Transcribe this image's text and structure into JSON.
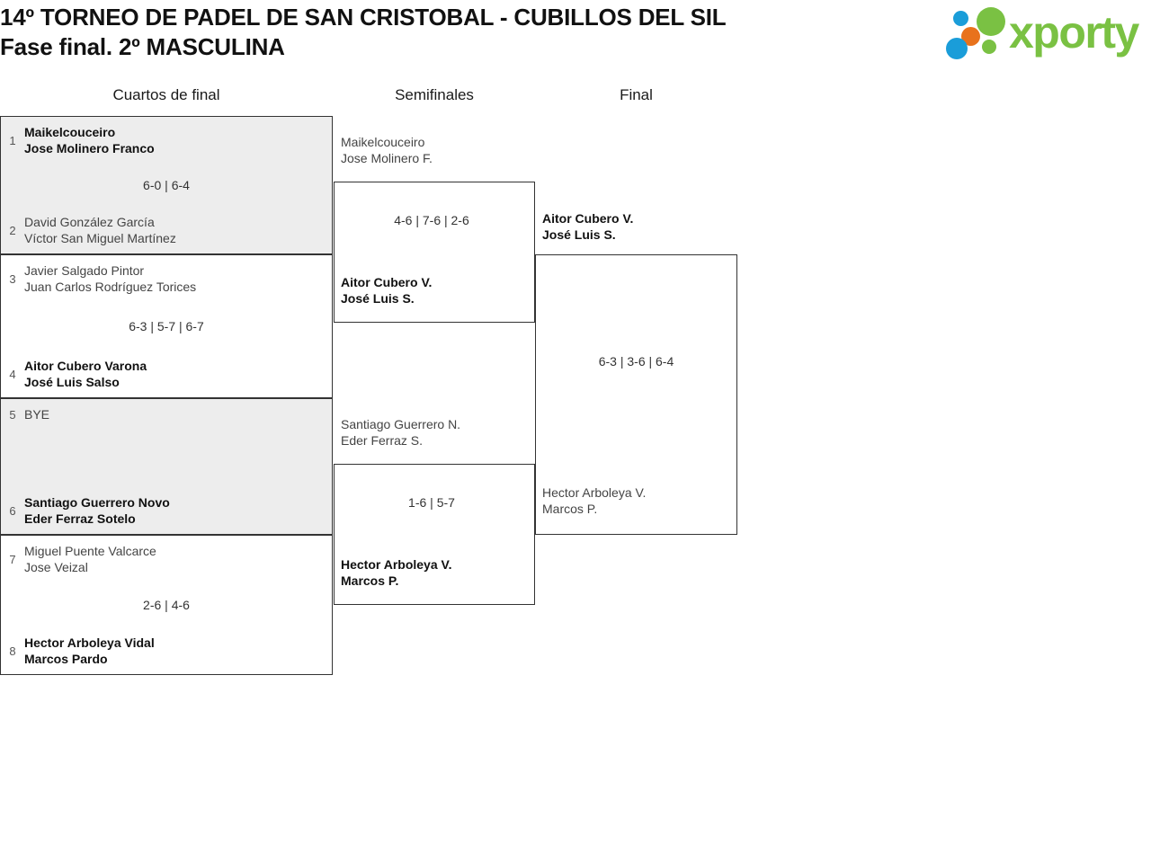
{
  "header": {
    "title_line_1": "14º TORNEO DE PADEL DE SAN CRISTOBAL - CUBILLOS DEL SIL",
    "title_line_2": "Fase final. 2º MASCULINA",
    "logo_text": "xporty",
    "logo_colors": {
      "green": "#7ac143",
      "blue": "#1a9dd9",
      "orange": "#e8721c"
    }
  },
  "rounds": [
    {
      "label": "Cuartos de final"
    },
    {
      "label": "Semifinales"
    },
    {
      "label": "Final"
    }
  ],
  "matches": {
    "round1": [
      {
        "score": "6-0 | 6-4",
        "top": {
          "seed": "1",
          "player1": "Maikelcouceiro",
          "player2": "Jose Molinero Franco",
          "winner": true
        },
        "bottom": {
          "seed": "2",
          "player1": "David González García",
          "player2": "Víctor San Miguel Martínez",
          "winner": false
        }
      },
      {
        "score": "6-3 | 5-7 | 6-7",
        "top": {
          "seed": "3",
          "player1": "Javier Salgado Pintor",
          "player2": "Juan Carlos Rodríguez Torices",
          "winner": false
        },
        "bottom": {
          "seed": "4",
          "player1": "Aitor Cubero Varona",
          "player2": "José Luis Salso",
          "winner": true
        }
      },
      {
        "score": "",
        "top": {
          "seed": "5",
          "player1": "BYE",
          "player2": "",
          "winner": false
        },
        "bottom": {
          "seed": "6",
          "player1": "Santiago Guerrero Novo",
          "player2": "Eder Ferraz Sotelo",
          "winner": true
        }
      },
      {
        "score": "2-6 | 4-6",
        "top": {
          "seed": "7",
          "player1": "Miguel Puente Valcarce",
          "player2": "Jose Veizal",
          "winner": false
        },
        "bottom": {
          "seed": "8",
          "player1": "Hector Arboleya Vidal",
          "player2": "Marcos Pardo",
          "winner": true
        }
      }
    ],
    "round2": [
      {
        "score": "4-6 | 7-6 | 2-6",
        "top": {
          "seed": "",
          "player1": "Maikelcouceiro",
          "player2": "Jose Molinero F.",
          "winner": false
        },
        "bottom": {
          "seed": "",
          "player1": "Aitor Cubero V.",
          "player2": "José Luis S.",
          "winner": true
        }
      },
      {
        "score": "1-6 | 5-7",
        "top": {
          "seed": "",
          "player1": "Santiago Guerrero N.",
          "player2": "Eder Ferraz S.",
          "winner": false
        },
        "bottom": {
          "seed": "",
          "player1": "Hector Arboleya V.",
          "player2": "Marcos P.",
          "winner": true
        }
      }
    ],
    "round3": [
      {
        "score": "6-3 | 3-6 | 6-4",
        "top": {
          "seed": "",
          "player1": "Aitor Cubero V.",
          "player2": "José Luis S.",
          "winner": true
        },
        "bottom": {
          "seed": "",
          "player1": "Hector Arboleya V.",
          "player2": "Marcos P.",
          "winner": false
        }
      }
    ]
  }
}
